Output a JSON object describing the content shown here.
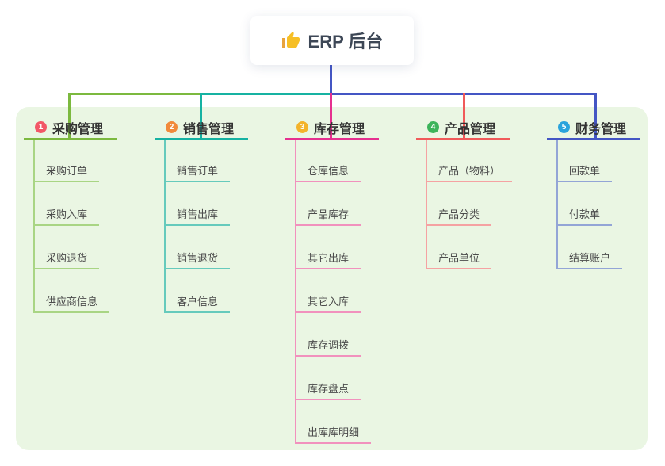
{
  "root": {
    "label": "ERP 后台",
    "icon": "thumbs-up-icon",
    "icon_color": "#f6bf26",
    "icon_shade": "#e8a33d"
  },
  "colors": {
    "canvas_bg": "#ffffff",
    "panel_bg": "#eaf6e3",
    "trunk": "#4456c4",
    "title_text": "#333333",
    "child_text": "#4c4c4c"
  },
  "branches": [
    {
      "index": "1",
      "title": "采购管理",
      "badge_color": "#f25767",
      "line_color": "#7cb93f",
      "child_line_color": "#a9d584",
      "children": [
        "采购订单",
        "采购入库",
        "采购退货",
        "供应商信息"
      ]
    },
    {
      "index": "2",
      "title": "销售管理",
      "badge_color": "#f18a3b",
      "line_color": "#16b2a2",
      "child_line_color": "#66cabc",
      "children": [
        "销售订单",
        "销售出库",
        "销售退货",
        "客户信息"
      ]
    },
    {
      "index": "3",
      "title": "库存管理",
      "badge_color": "#f3b32b",
      "line_color": "#e5308f",
      "child_line_color": "#f191bd",
      "children": [
        "仓库信息",
        "产品库存",
        "其它出库",
        "其它入库",
        "库存调拨",
        "库存盘点",
        "出库库明细"
      ]
    },
    {
      "index": "4",
      "title": "产品管理",
      "badge_color": "#3cb45a",
      "line_color": "#f05a5a",
      "child_line_color": "#f5a2a2",
      "children": [
        "产品（物料）",
        "产品分类",
        "产品单位"
      ]
    },
    {
      "index": "5",
      "title": "财务管理",
      "badge_color": "#2aa3dc",
      "line_color": "#4456c4",
      "child_line_color": "#93a5d6",
      "children": [
        "回款单",
        "付款单",
        "结算账户"
      ]
    }
  ]
}
